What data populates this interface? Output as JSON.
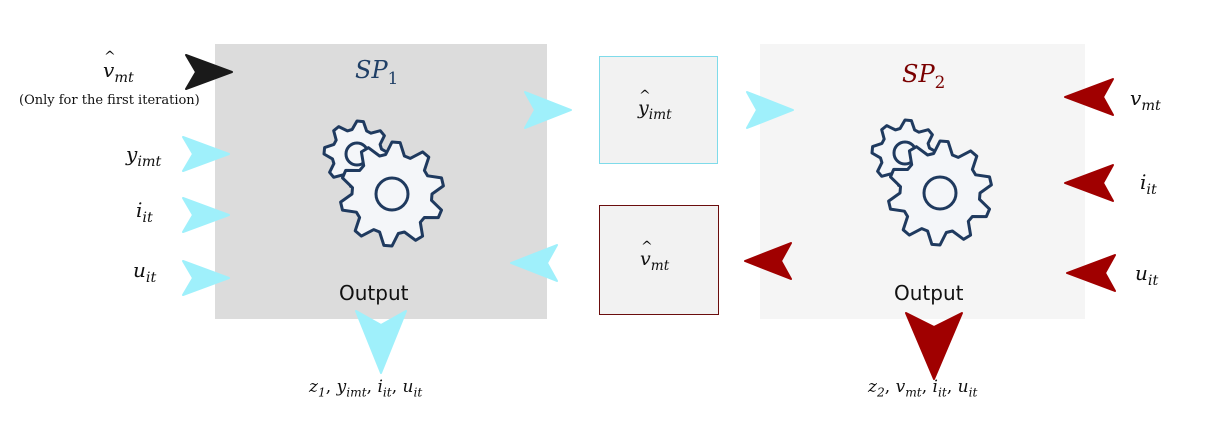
{
  "sp1": {
    "title_base": "SP",
    "title_sub": "1",
    "title_color": "#1f3f66",
    "fill": "#dcdcdc",
    "output_label": "Output",
    "inputs": [
      {
        "base": "v",
        "hat": true,
        "sub": "mt",
        "note": "(Only for the first iteration)",
        "arrow_color": "#1a1a1a"
      },
      {
        "base": "y",
        "hat": false,
        "sub": "imt",
        "arrow_color": "#9ff0fb"
      },
      {
        "base": "i",
        "hat": false,
        "sub": "it",
        "arrow_color": "#9ff0fb"
      },
      {
        "base": "u",
        "hat": false,
        "sub": "it",
        "arrow_color": "#9ff0fb"
      }
    ],
    "output_vars": [
      {
        "base": "z",
        "sub": "1"
      },
      {
        "base": "y",
        "sub": "imt"
      },
      {
        "base": "i",
        "sub": "it"
      },
      {
        "base": "u",
        "sub": "it"
      }
    ],
    "output_separator": ", ",
    "output_arrow_color": "#9ff0fb"
  },
  "sp2": {
    "title_base": "SP",
    "title_sub": "2",
    "title_color": "#7a0000",
    "fill": "#f5f5f5",
    "output_label": "Output",
    "inputs": [
      {
        "base": "v",
        "sub": "mt",
        "arrow_color": "#a00000"
      },
      {
        "base": "i",
        "sub": "it",
        "arrow_color": "#a00000"
      },
      {
        "base": "u",
        "sub": "it",
        "arrow_color": "#a00000"
      }
    ],
    "output_vars": [
      {
        "base": "z",
        "sub": "2"
      },
      {
        "base": "v",
        "sub": "mt"
      },
      {
        "base": "i",
        "sub": "it"
      },
      {
        "base": "u",
        "sub": "it"
      }
    ],
    "output_separator": ", ",
    "output_arrow_color": "#a00000"
  },
  "exchange": {
    "top": {
      "base": "y",
      "hat": true,
      "sub": "imt",
      "border_color": "#7fdbea",
      "fill": "#f2f2f2",
      "arrow_color": "#9ff0fb"
    },
    "bottom": {
      "base": "v",
      "hat": true,
      "sub": "mt",
      "border_color": "#6b0d0d",
      "fill": "#f2f2f2",
      "arrow_color_in": "#a00000",
      "arrow_color_out": "#9ff0fb"
    }
  },
  "icons": {
    "gear": "gears-icon",
    "gear_stroke": "#1f3a5f"
  }
}
